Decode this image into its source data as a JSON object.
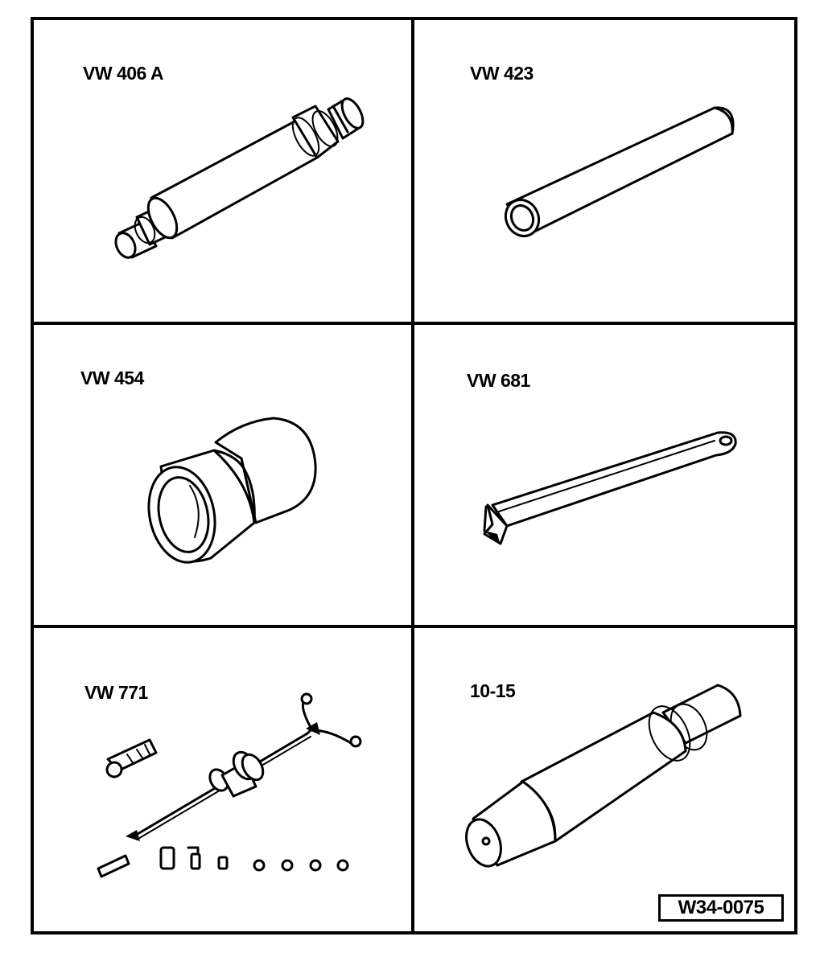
{
  "tools": [
    {
      "label": "VW 406 A",
      "icon": "arbor-drift-icon"
    },
    {
      "label": "VW 423",
      "icon": "tube-icon"
    },
    {
      "label": "VW 454",
      "icon": "sleeve-icon"
    },
    {
      "label": "VW 681",
      "icon": "hook-wrench-icon"
    },
    {
      "label": "VW 771",
      "icon": "slide-hammer-set-icon"
    },
    {
      "label": "10-15",
      "icon": "mandrel-icon"
    }
  ],
  "figure_code": "W34-0075"
}
